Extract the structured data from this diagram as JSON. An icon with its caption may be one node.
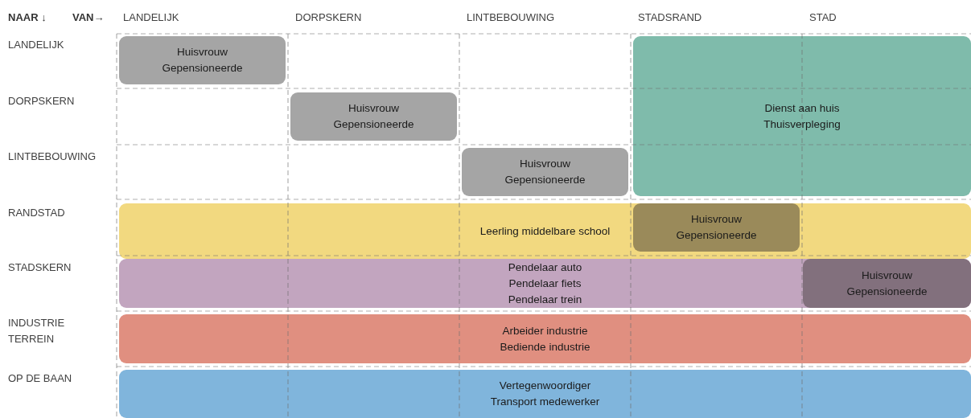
{
  "diagram": {
    "nodes": [
      {
        "text": [
          "Huisvrouw",
          "Gepensioneerde"
        ]
      },
      {
        "text": [
          "Dienst aan huis",
          "Thuisverpleging"
        ]
      },
      {
        "text": [
          "Huisvrouw",
          "Gepensioneerde"
        ]
      },
      {
        "text": [
          "Huisvrouw",
          "Gepensioneerde"
        ]
      },
      {
        "text": [
          "Leerling middelbare school"
        ]
      },
      {
        "text": [
          "Huisvrouw",
          "Gepensioneerde"
        ],
        "in": 4
      },
      {
        "text": [
          "Pendelaar auto",
          "Pendelaar fiets",
          "Pendelaar trein"
        ]
      },
      {
        "text": [
          "Huisvrouw",
          "Gepensioneerde"
        ],
        "in": 6
      },
      {
        "text": [
          "Arbeider industrie",
          "Bediende industrie"
        ]
      },
      {
        "text": [
          "Vertegenwoordiger",
          "Transport medewerker"
        ]
      }
    ],
    "labels": [
      "NAAR ↓",
      "VAN→",
      "LANDELIJK",
      "DORPSKERN",
      "LINTBEBOUWING",
      "STADSRAND",
      "STAD",
      "LANDELIJK",
      "DORPSKERN",
      "LINTBEBOUWING",
      "RANDSTAD",
      "STADSKERN",
      "INDUSTRIE TERREIN",
      "OP DE BAAN"
    ]
  }
}
